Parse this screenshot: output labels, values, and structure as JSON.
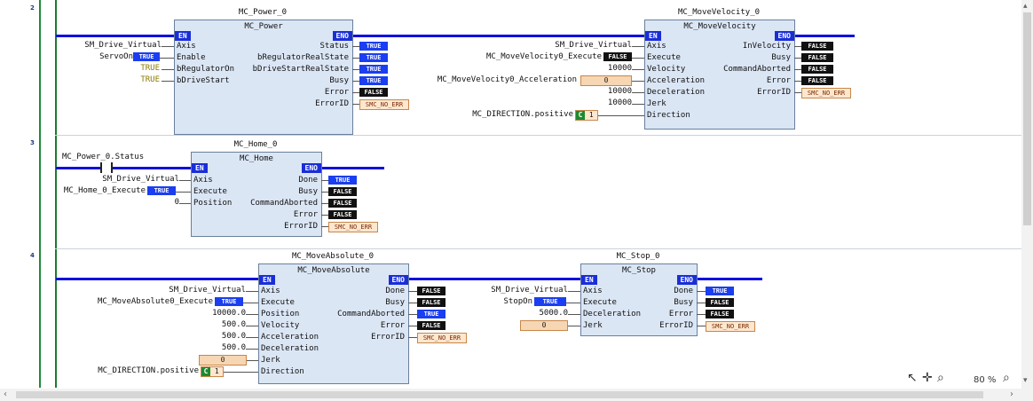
{
  "networks": [
    {
      "num": "2"
    },
    {
      "num": "3"
    },
    {
      "num": "4"
    }
  ],
  "power": {
    "instance": "MC_Power_0",
    "type": "MC_Power",
    "en": "EN",
    "eno": "ENO",
    "inputs": [
      "Axis",
      "Enable",
      "bRegulatorOn",
      "bDriveStart"
    ],
    "outputs": [
      "Status",
      "bRegulatorRealState",
      "bDriveStartRealState",
      "Busy",
      "Error",
      "ErrorID"
    ],
    "in_labels": [
      "SM_Drive_Virtual",
      "ServoOn",
      "TRUE",
      "TRUE"
    ],
    "enable_val": "TRUE",
    "out_vals": [
      "TRUE",
      "TRUE",
      "TRUE",
      "TRUE",
      "FALSE",
      "SMC_NO_ERR"
    ]
  },
  "movevel": {
    "instance": "MC_MoveVelocity_0",
    "type": "MC_MoveVelocity",
    "en": "EN",
    "eno": "ENO",
    "inputs": [
      "Axis",
      "Execute",
      "Velocity",
      "Acceleration",
      "Deceleration",
      "Jerk",
      "Direction"
    ],
    "outputs": [
      "InVelocity",
      "Busy",
      "CommandAborted",
      "Error",
      "ErrorID"
    ],
    "in_labels": [
      "SM_Drive_Virtual",
      "MC_MoveVelocity0_Execute",
      "10000",
      "MC_MoveVelocity0_Acceleration",
      "10000",
      "10000",
      "MC_DIRECTION.positive"
    ],
    "execute_val": "FALSE",
    "accel_val": "0",
    "direction_val": "1",
    "out_vals": [
      "FALSE",
      "FALSE",
      "FALSE",
      "FALSE",
      "SMC_NO_ERR"
    ]
  },
  "home": {
    "instance": "MC_Home_0",
    "type": "MC_Home",
    "en": "EN",
    "eno": "ENO",
    "contact_label": "MC_Power_0.Status",
    "inputs": [
      "Axis",
      "Execute",
      "Position"
    ],
    "outputs": [
      "Done",
      "Busy",
      "CommandAborted",
      "Error",
      "ErrorID"
    ],
    "in_labels": [
      "SM_Drive_Virtual",
      "MC_Home_0_Execute",
      "0"
    ],
    "execute_val": "TRUE",
    "out_vals": [
      "TRUE",
      "FALSE",
      "FALSE",
      "FALSE",
      "SMC_NO_ERR"
    ]
  },
  "moveabs": {
    "instance": "MC_MoveAbsolute_0",
    "type": "MC_MoveAbsolute",
    "en": "EN",
    "eno": "ENO",
    "inputs": [
      "Axis",
      "Execute",
      "Position",
      "Velocity",
      "Acceleration",
      "Deceleration",
      "Jerk",
      "Direction"
    ],
    "outputs": [
      "Done",
      "Busy",
      "CommandAborted",
      "Error",
      "ErrorID"
    ],
    "in_labels": [
      "SM_Drive_Virtual",
      "MC_MoveAbsolute0_Execute",
      "10000.0",
      "500.0",
      "500.0",
      "500.0",
      "MC_DIRECTION.positive"
    ],
    "execute_val": "TRUE",
    "jerk_val": "0",
    "direction_val": "1",
    "out_vals": [
      "FALSE",
      "FALSE",
      "TRUE",
      "FALSE",
      "SMC_NO_ERR"
    ]
  },
  "stop": {
    "instance": "MC_Stop_0",
    "type": "MC_Stop",
    "en": "EN",
    "eno": "ENO",
    "inputs": [
      "Axis",
      "Execute",
      "Deceleration",
      "Jerk"
    ],
    "outputs": [
      "Done",
      "Busy",
      "Error",
      "ErrorID"
    ],
    "in_labels": [
      "SM_Drive_Virtual",
      "StopOn",
      "5000.0"
    ],
    "execute_val": "TRUE",
    "jerk_val": "0",
    "out_vals": [
      "TRUE",
      "FALSE",
      "FALSE",
      "SMC_NO_ERR"
    ]
  },
  "toolbar": {
    "zoom": "80 %",
    "icons": [
      "pointer-icon",
      "pan-icon",
      "zoom-icon",
      "zoom-options-icon"
    ]
  }
}
